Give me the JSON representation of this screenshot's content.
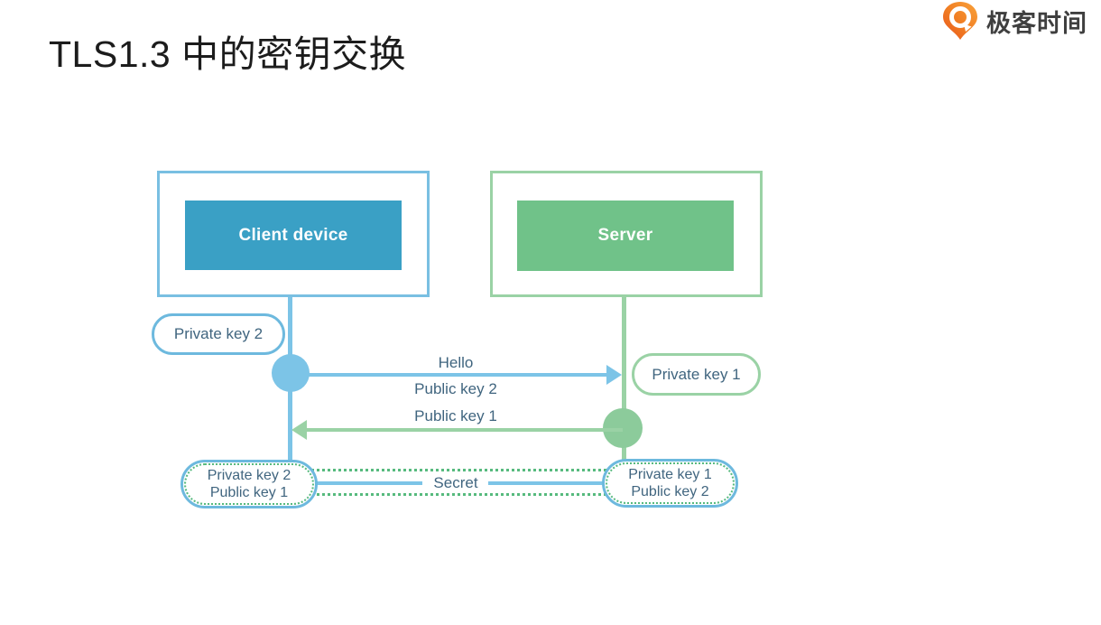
{
  "title": "TLS1.3 中的密钥交换",
  "logo": {
    "text": "极客时间",
    "icon": "geektime-pin-icon",
    "brand_orange": "#ee6a1e"
  },
  "diagram": {
    "client_box": "Client device",
    "server_box": "Server",
    "client_private_key_pill": "Private key 2",
    "server_private_key_pill": "Private key 1",
    "arrow_client_to_server": {
      "label_above": "Hello",
      "label_below": "Public key 2",
      "direction": "client-to-server"
    },
    "arrow_server_to_client": {
      "label_above": "Public key 1",
      "direction": "server-to-client"
    },
    "secret_label": "Secret",
    "client_secret_pill": {
      "line1": "Private key 2",
      "line2": "Public key 1"
    },
    "server_secret_pill": {
      "line1": "Private key 1",
      "line2": "Public key 2"
    },
    "colors": {
      "client_fill": "#3aa0c5",
      "client_border": "#79bfe2",
      "client_accent": "#7cc4e7",
      "client_pill_border": "#6db9de",
      "server_fill": "#70c289",
      "server_border": "#9ad2a5",
      "server_accent": "#8ccb9b",
      "secret_dotted_green": "#57ba7e",
      "label_text": "#40657f",
      "title_text": "#1c1c1c"
    }
  }
}
